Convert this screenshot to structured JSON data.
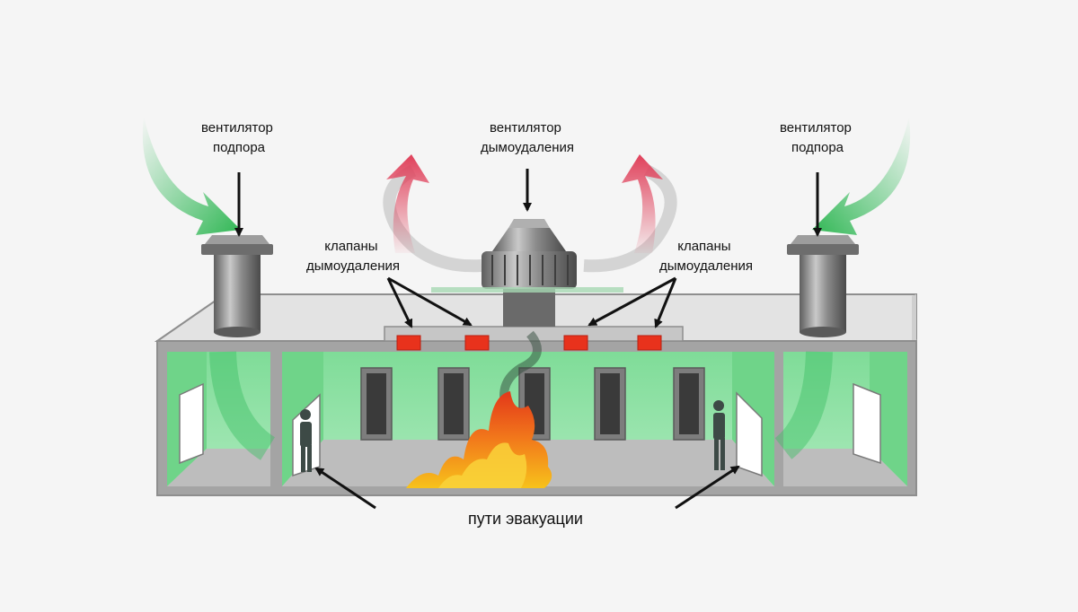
{
  "labels": {
    "supply_fan_left": [
      "вентилятор",
      "подпора"
    ],
    "smoke_fan": [
      "вентилятор",
      "дымоудаления"
    ],
    "supply_fan_right": [
      "вентилятор",
      "подпора"
    ],
    "valves_left": [
      "клапаны",
      "дымоудаления"
    ],
    "valves_right": [
      "клапаны",
      "дымоудаления"
    ],
    "evacuation": "пути эвакуации"
  },
  "colors": {
    "background": "#f5f5f5",
    "building_frame": "#8e8e8e",
    "roof": "#e3e3e3",
    "room_fill": "#8fe0a6",
    "floor": "#b9b9b9",
    "supply_arrow": "#3cbf63",
    "smoke_arrow": "#e0405a",
    "valve": "#e8321c",
    "fire": "#f26a1b"
  }
}
